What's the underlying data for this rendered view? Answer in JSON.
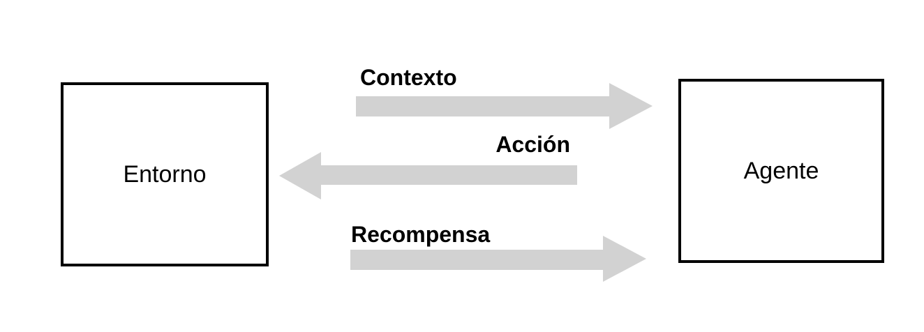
{
  "nodes": {
    "environment": {
      "label": "Entorno"
    },
    "agent": {
      "label": "Agente"
    }
  },
  "edges": [
    {
      "label": "Contexto",
      "from": "Entorno",
      "to": "Agente",
      "direction": "right"
    },
    {
      "label": "Acción",
      "from": "Agente",
      "to": "Entorno",
      "direction": "left"
    },
    {
      "label": "Recompensa",
      "from": "Entorno",
      "to": "Agente",
      "direction": "right"
    }
  ],
  "colors": {
    "background": "#ffffff",
    "arrow": "#d2d2d2",
    "box_border": "#000000",
    "text": "#000000"
  }
}
